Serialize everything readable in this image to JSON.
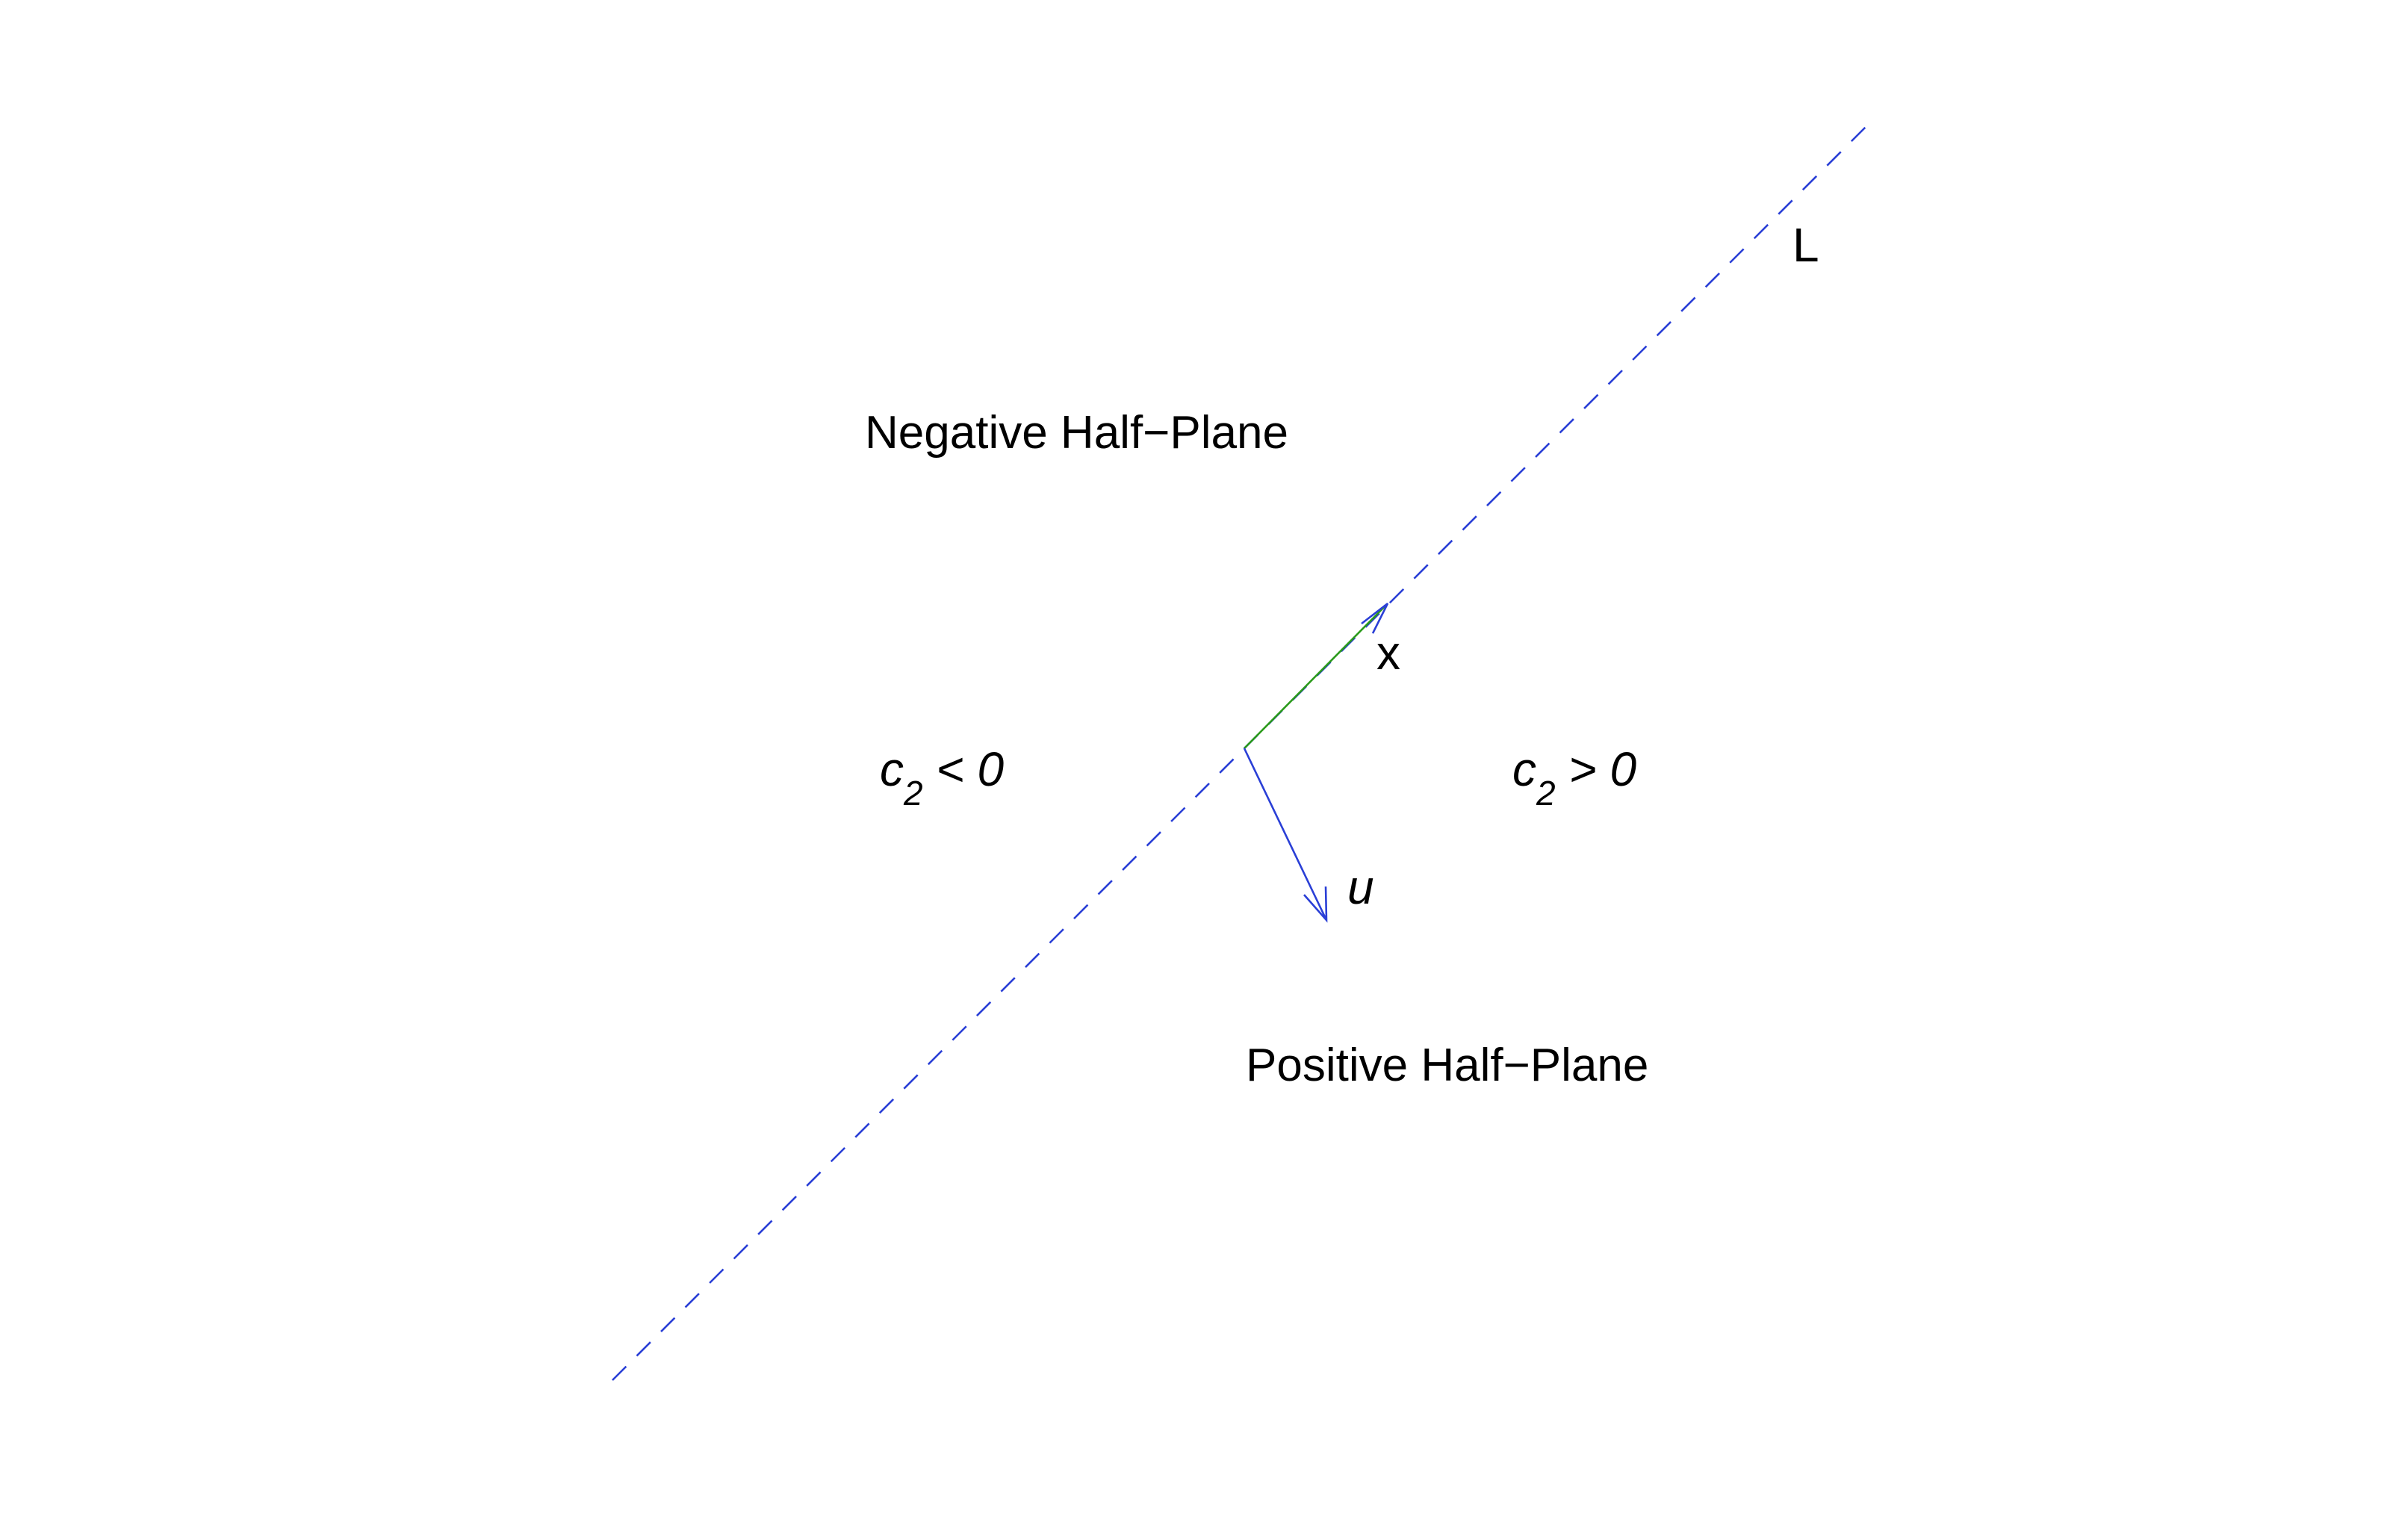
{
  "line": {
    "label": "L",
    "color": "#2a3fd6",
    "style": "dashed"
  },
  "vectors": {
    "x": {
      "label": "x",
      "color": "#2a9a1a",
      "arrowhead_color": "#2a3fd6"
    },
    "u": {
      "label": "u",
      "color": "#2a3fd6"
    }
  },
  "regions": {
    "negative": {
      "label": "Negative Half−Plane"
    },
    "positive": {
      "label": "Positive Half−Plane"
    }
  },
  "conditions": {
    "left": {
      "var": "c",
      "subscript": "2",
      "relation": " < 0"
    },
    "right": {
      "var": "c",
      "subscript": "2",
      "relation": " > 0"
    }
  }
}
